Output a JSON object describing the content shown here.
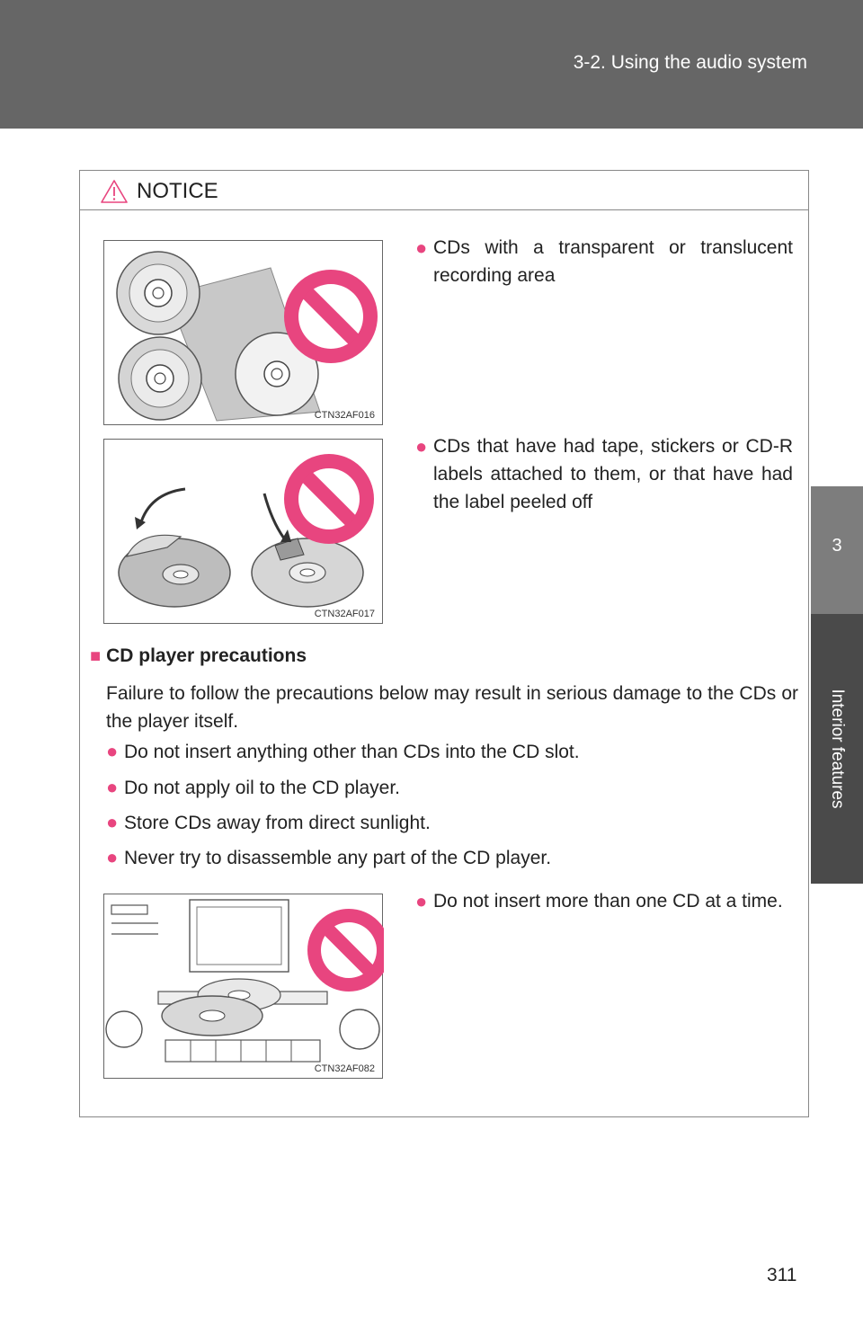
{
  "header": {
    "section_title": "3-2. Using the audio system"
  },
  "side_tab": {
    "chapter_number": "3",
    "chapter_label": "Interior features"
  },
  "notice": {
    "label": "NOTICE",
    "items": [
      {
        "text": "CDs with a transparent or translucent recording area",
        "figure_code": "CTN32AF016"
      },
      {
        "text": "CDs that have had tape, stickers or CD-R labels attached to them, or that have had the label peeled off",
        "figure_code": "CTN32AF017"
      }
    ],
    "section": {
      "title": "CD player precautions",
      "intro": "Failure to follow the precautions below may result in serious damage to the CDs or the player itself.",
      "list": [
        "Do not insert anything other than CDs into the CD slot.",
        "Do not apply oil to the CD player.",
        "Store CDs away from direct sunlight.",
        "Never try to disassemble any part of the CD player."
      ]
    },
    "last_item": {
      "text": "Do not insert more than one CD at a time.",
      "figure_code": "CTN32AF082"
    }
  },
  "colors": {
    "accent": "#e8457f",
    "header_bg": "#666666",
    "tab_dark": "#4a4a4a",
    "tab_mid": "#7d7d7d"
  },
  "page_number": "311"
}
